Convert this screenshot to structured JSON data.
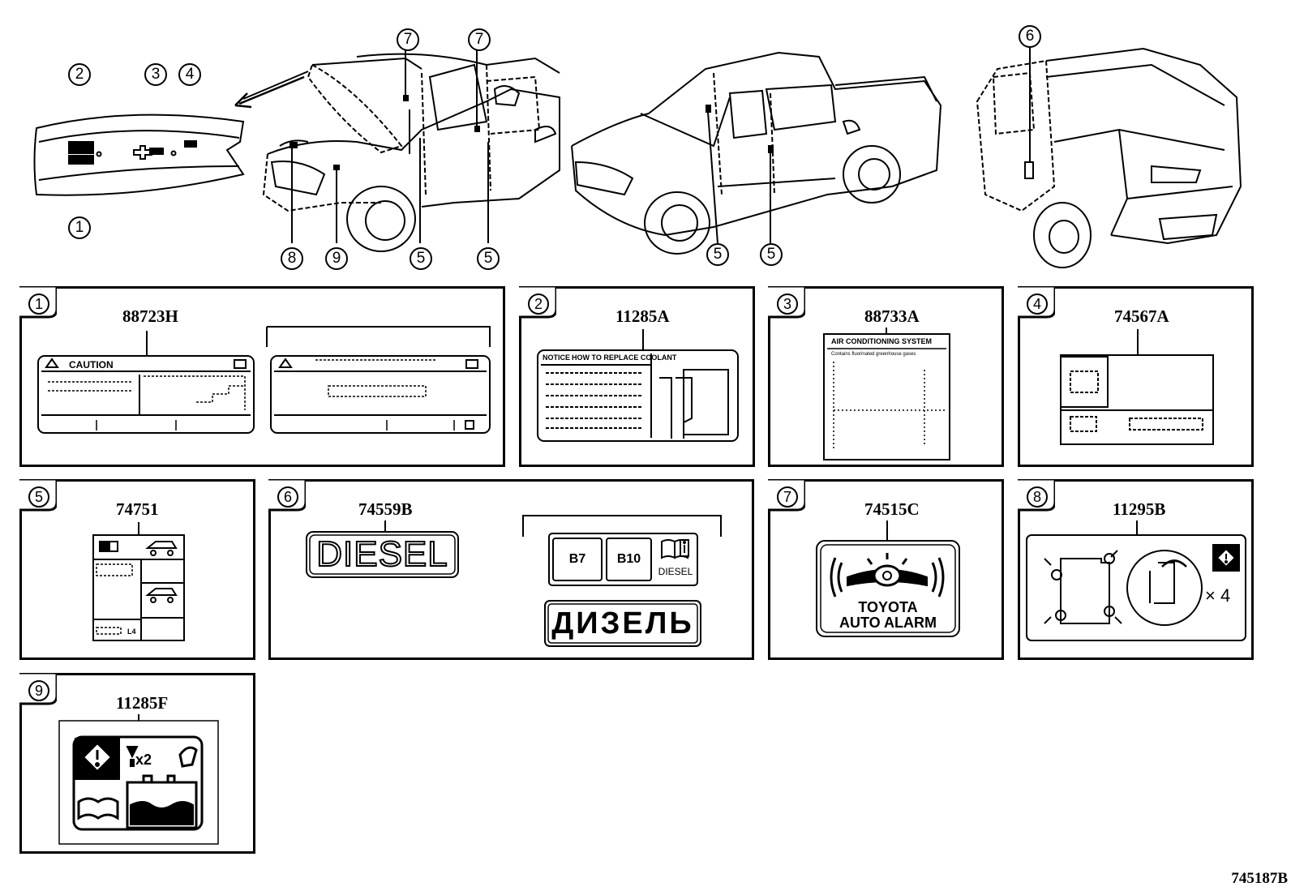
{
  "diagram_code": "745187B",
  "callouts": [
    {
      "id": "c2",
      "label": "2"
    },
    {
      "id": "c3",
      "label": "3"
    },
    {
      "id": "c4",
      "label": "4"
    },
    {
      "id": "c1",
      "label": "1"
    },
    {
      "id": "c7a",
      "label": "7"
    },
    {
      "id": "c7b",
      "label": "7"
    },
    {
      "id": "c8",
      "label": "8"
    },
    {
      "id": "c9",
      "label": "9"
    },
    {
      "id": "c5a",
      "label": "5"
    },
    {
      "id": "c5b",
      "label": "5"
    },
    {
      "id": "c5c",
      "label": "5"
    },
    {
      "id": "c5d",
      "label": "5"
    },
    {
      "id": "c6",
      "label": "6"
    }
  ],
  "panels": {
    "p1": {
      "num": "1",
      "code": "88723H",
      "caution": "CAUTION"
    },
    "p2": {
      "num": "2",
      "code": "11285A",
      "notice": "NOTICE",
      "howto": "HOW TO REPLACE COOLANT"
    },
    "p3": {
      "num": "3",
      "code": "88733A",
      "title": "AIR CONDITIONING SYSTEM",
      "subtitle": "Contains fluorinated greenhouse gases"
    },
    "p4": {
      "num": "4",
      "code": "74567A"
    },
    "p5": {
      "num": "5",
      "code": "74751",
      "l4": "L4"
    },
    "p6": {
      "num": "6",
      "code": "74559B",
      "diesel": "DIESEL",
      "b7": "B7",
      "b10": "B10",
      "diesel_small": "DIESEL",
      "diesel_ru": "ДИЗЕЛЬ"
    },
    "p7": {
      "num": "7",
      "code": "74515C",
      "line1": "TOYOTA",
      "line2": "AUTO ALARM"
    },
    "p8": {
      "num": "8",
      "code": "11295B",
      "mult": "× 4"
    },
    "p9": {
      "num": "9",
      "code": "11285F",
      "x2": "x2"
    }
  }
}
